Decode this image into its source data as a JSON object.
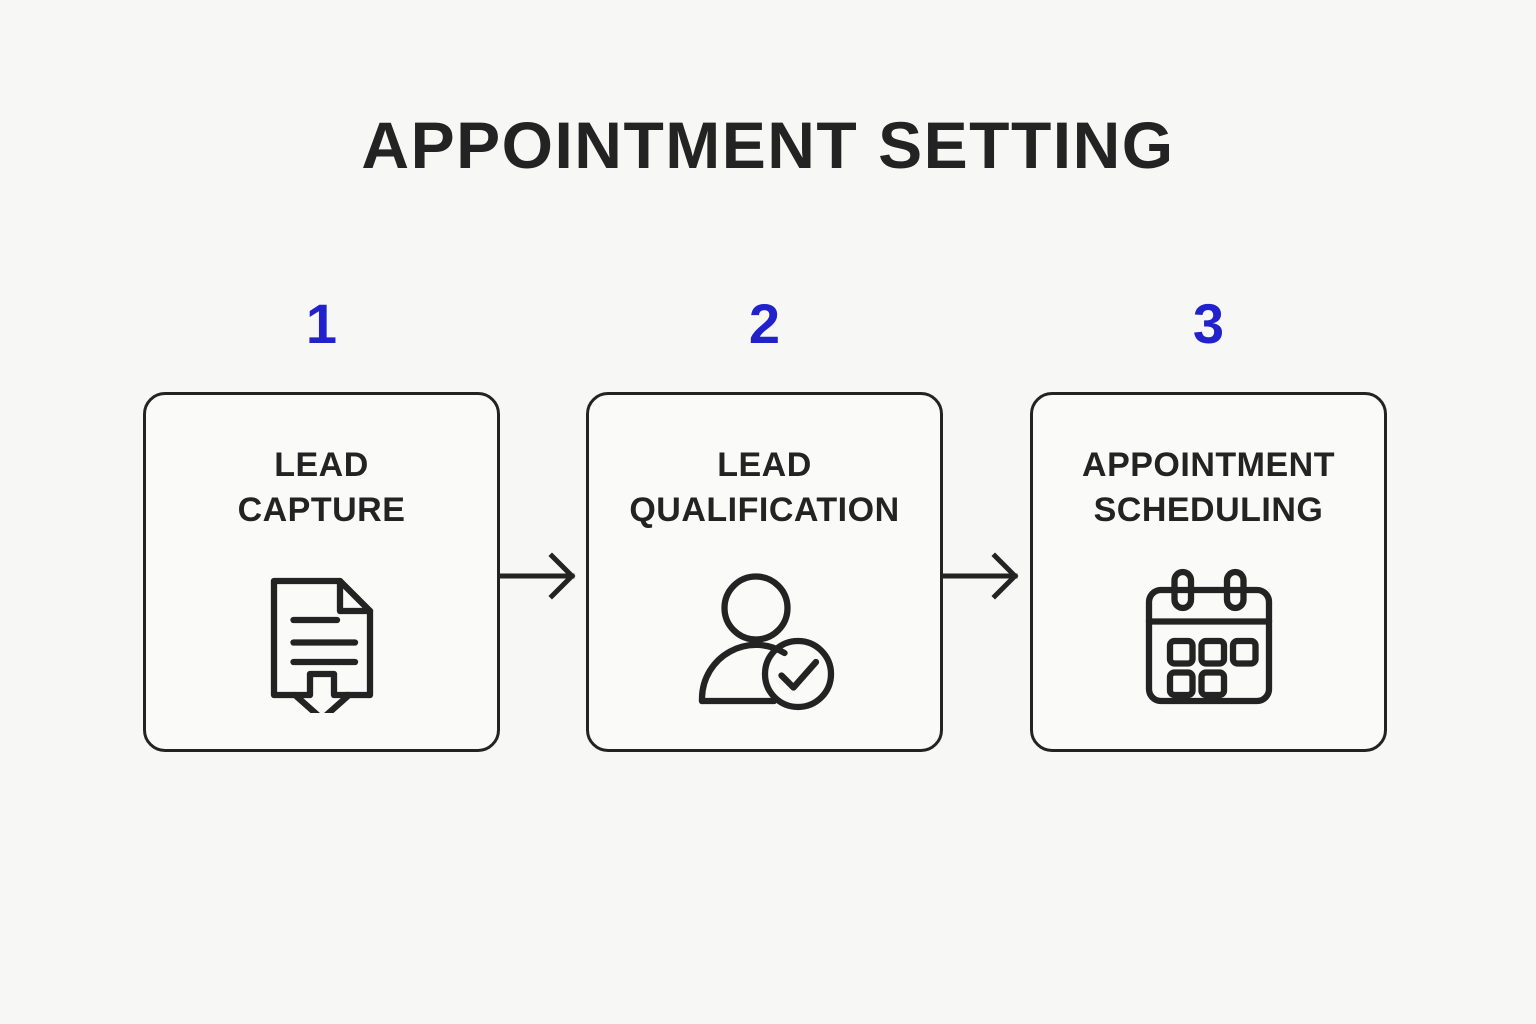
{
  "page": {
    "title": "APPOINTMENT SETTING",
    "background_color": "#f7f7f5"
  },
  "theme": {
    "accent_color": "#2222cc",
    "ink_color": "#232323",
    "card_fill": "#fafaf9"
  },
  "flow": {
    "steps": [
      {
        "number": "1",
        "label": "LEAD\nCAPTURE",
        "icon": "document-download-icon"
      },
      {
        "number": "2",
        "label": "LEAD\nQUALIFICATION",
        "icon": "user-check-icon"
      },
      {
        "number": "3",
        "label": "APPOINTMENT\nSCHEDULING",
        "icon": "calendar-icon"
      }
    ],
    "connectors": [
      {
        "icon": "arrow-right-icon"
      },
      {
        "icon": "arrow-right-icon"
      }
    ]
  }
}
